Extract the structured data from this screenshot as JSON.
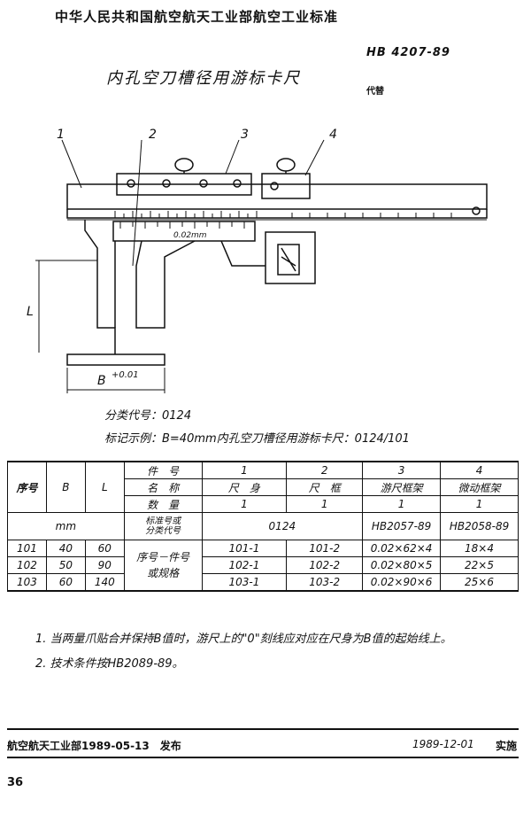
{
  "header": {
    "authority": "中华人民共和国航空航天工业部航空工业标准",
    "standard_no": "HB 4207-89",
    "title": "内孔空刀槽径用游标卡尺",
    "replaces": "代替"
  },
  "drawing": {
    "callouts": [
      "1",
      "2",
      "3",
      "4"
    ],
    "dim_l": "L",
    "dim_b": "B",
    "dim_b_tol": "+0.01",
    "scale_text": "0.02mm"
  },
  "classification": "分类代号：0124",
  "marking_example": "标记示例：B=40mm内孔空刀槽径用游标卡尺：0124/101",
  "table": {
    "col_seq": "序号",
    "col_b": "B",
    "col_l": "L",
    "unit": "mm",
    "label_part_no": "件　号",
    "label_name": "名　称",
    "label_qty": "数　量",
    "label_std": "标准号或\n分类代号",
    "label_seq_part": "序号－件号\n或规格",
    "part_numbers": [
      "1",
      "2",
      "3",
      "4"
    ],
    "part_names": [
      "尺　身",
      "尺　框",
      "游尺框架",
      "微动框架"
    ],
    "quantities": [
      "1",
      "1",
      "1",
      "1"
    ],
    "std_shared": "0124",
    "std_3": "HB2057-89",
    "std_4": "HB2058-89",
    "rows": [
      {
        "seq": "101",
        "b": "40",
        "l": "60",
        "p1": "101-1",
        "p2": "101-2",
        "p3": "0.02×62×4",
        "p4": "18×4"
      },
      {
        "seq": "102",
        "b": "50",
        "l": "90",
        "p1": "102-1",
        "p2": "102-2",
        "p3": "0.02×80×5",
        "p4": "22×5"
      },
      {
        "seq": "103",
        "b": "60",
        "l": "140",
        "p1": "103-1",
        "p2": "103-2",
        "p3": "0.02×90×6",
        "p4": "25×6"
      }
    ]
  },
  "notes": [
    "1. 当两量爪贴合并保持B值时，游尺上的\"0\"刻线应对应在尺身为B值的起始线上。",
    "2. 技术条件按HB2089-89。"
  ],
  "footer": {
    "issued": "航空航天工业部1989-05-13　发布",
    "impl_date": "1989-12-01",
    "impl_label": "实施",
    "page": "36"
  }
}
